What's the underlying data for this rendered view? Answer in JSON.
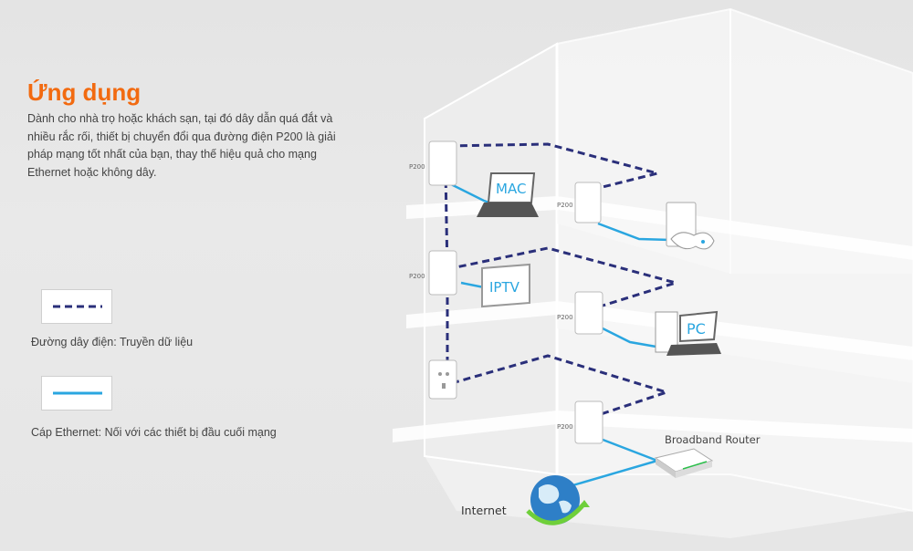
{
  "section": {
    "title": "Ứng dụng",
    "description": "Dành cho nhà trọ hoặc khách sạn, tại đó dây dẫn quá đắt và nhiều rắc rối, thiết bị chuyển đổi qua đường điện P200 là giải pháp mạng tốt nhất của bạn, thay thế hiệu quả cho mạng Ethernet hoặc không dây."
  },
  "legend": {
    "power_line": {
      "label": "Đường dây điện: Truyền dữ liệu",
      "color": "#2a2f7a"
    },
    "ethernet": {
      "label": "Cáp Ethernet: Nối với các thiết bị đầu cuối mạng",
      "color": "#2aa6e0"
    }
  },
  "diagram": {
    "adapter_label": "P200",
    "devices": {
      "mac": "MAC",
      "iptv": "IPTV",
      "pc": "PC",
      "router": "Broadband Router",
      "internet": "Internet"
    }
  }
}
